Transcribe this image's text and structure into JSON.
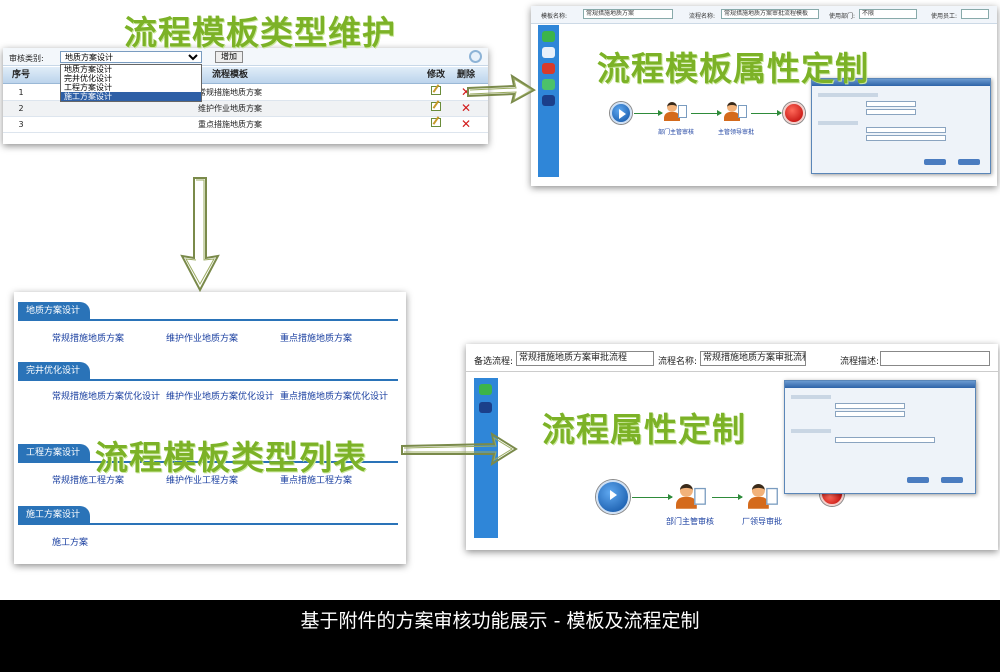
{
  "titles": {
    "template_type_maintenance": "流程模板类型维护",
    "template_property_custom": "流程模板属性定制",
    "template_type_list": "流程模板类型列表",
    "flow_property_custom": "流程属性定制"
  },
  "maintenance_panel": {
    "filter_label": "审核类别:",
    "filter_value": "地质方案设计",
    "add_button": "增加",
    "dropdown_options": [
      "地质方案设计",
      "完井优化设计",
      "工程方案设计",
      "施工方案设计"
    ],
    "columns": [
      "序号",
      "流程模板",
      "修改",
      "删除"
    ],
    "rows": [
      {
        "no": "1",
        "name": "常规措施地质方案"
      },
      {
        "no": "2",
        "name": "维护作业地质方案"
      },
      {
        "no": "3",
        "name": "重点措施地质方案"
      }
    ]
  },
  "template_property_panel": {
    "template_name_label": "模板名称:",
    "template_name_value": "常规措施地质方案",
    "flow_name_label": "流程名称:",
    "flow_name_value": "常规措施地质方案审批流程模板",
    "dept_label": "使用部门:",
    "dept_value": "不限",
    "staff_label": "使用员工:",
    "nodes": [
      "部门主管审核",
      "主管领导审批"
    ]
  },
  "template_list_panel": {
    "sections": [
      {
        "tab": "地质方案设计",
        "links": [
          "常规措施地质方案",
          "维护作业地质方案",
          "重点措施地质方案"
        ]
      },
      {
        "tab": "完井优化设计",
        "links": [
          "常规措施地质方案优化设计",
          "维护作业地质方案优化设计",
          "重点措施地质方案优化设计"
        ]
      },
      {
        "tab": "工程方案设计",
        "links": [
          "常规措施工程方案",
          "维护作业工程方案",
          "重点措施工程方案"
        ]
      },
      {
        "tab": "施工方案设计",
        "links": [
          "施工方案"
        ]
      }
    ]
  },
  "flow_property_panel": {
    "backup_flow_label": "备选流程:",
    "backup_flow_value": "常规措施地质方案审批流程",
    "flow_name_label": "流程名称:",
    "flow_name_value": "常规措施地质方案审批流程",
    "flow_desc_label": "流程描述:",
    "nodes": [
      "部门主管审核",
      "厂领导审批"
    ]
  },
  "caption": "基于附件的方案审核功能展示 - 模板及流程定制",
  "colors": {
    "title_green": "#7cb227",
    "nav_blue": "#2a73b8",
    "side_blue": "#2f86d8",
    "caption_bg": "#000000"
  }
}
